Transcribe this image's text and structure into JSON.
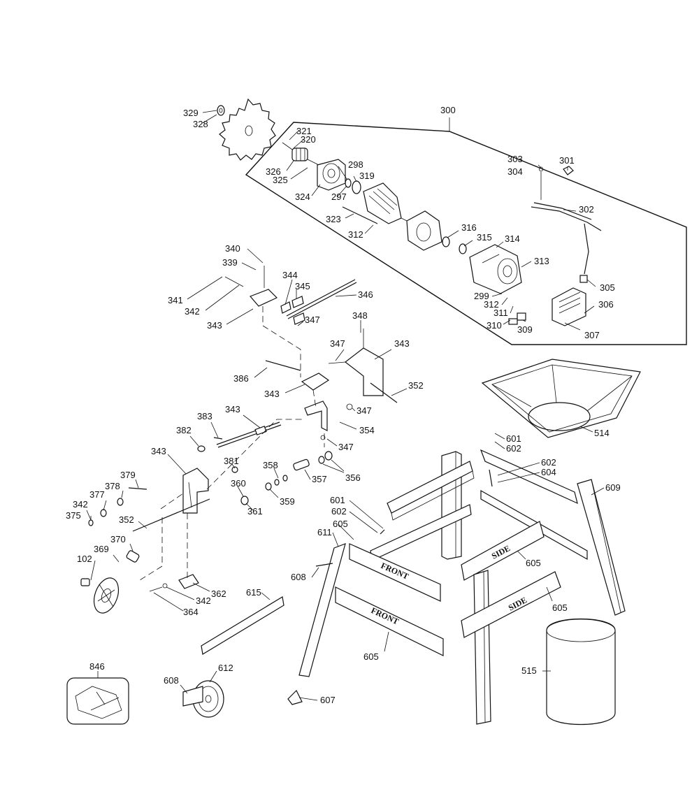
{
  "callouts": [
    {
      "id": "c300",
      "t": "300"
    },
    {
      "id": "c329",
      "t": "329"
    },
    {
      "id": "c328",
      "t": "328"
    },
    {
      "id": "c321",
      "t": "321"
    },
    {
      "id": "c320",
      "t": "320"
    },
    {
      "id": "c326",
      "t": "326"
    },
    {
      "id": "c325",
      "t": "325"
    },
    {
      "id": "c298",
      "t": "298"
    },
    {
      "id": "c319",
      "t": "319"
    },
    {
      "id": "c297",
      "t": "297"
    },
    {
      "id": "c324",
      "t": "324"
    },
    {
      "id": "c303",
      "t": "303"
    },
    {
      "id": "c304",
      "t": "304"
    },
    {
      "id": "c301",
      "t": "301"
    },
    {
      "id": "c302",
      "t": "302"
    },
    {
      "id": "c323",
      "t": "323"
    },
    {
      "id": "c312a",
      "t": "312"
    },
    {
      "id": "c316",
      "t": "316"
    },
    {
      "id": "c315",
      "t": "315"
    },
    {
      "id": "c314",
      "t": "314"
    },
    {
      "id": "c313",
      "t": "313"
    },
    {
      "id": "c305",
      "t": "305"
    },
    {
      "id": "c306",
      "t": "306"
    },
    {
      "id": "c299",
      "t": "299"
    },
    {
      "id": "c312b",
      "t": "312"
    },
    {
      "id": "c311",
      "t": "311"
    },
    {
      "id": "c310",
      "t": "310"
    },
    {
      "id": "c309",
      "t": "309"
    },
    {
      "id": "c307",
      "t": "307"
    },
    {
      "id": "c340",
      "t": "340"
    },
    {
      "id": "c339",
      "t": "339"
    },
    {
      "id": "c344",
      "t": "344"
    },
    {
      "id": "c345",
      "t": "345"
    },
    {
      "id": "c346",
      "t": "346"
    },
    {
      "id": "c341",
      "t": "341"
    },
    {
      "id": "c342a",
      "t": "342"
    },
    {
      "id": "c343a",
      "t": "343"
    },
    {
      "id": "c347a",
      "t": "347"
    },
    {
      "id": "c348",
      "t": "348"
    },
    {
      "id": "c347b",
      "t": "347"
    },
    {
      "id": "c343b",
      "t": "343"
    },
    {
      "id": "c386",
      "t": "386"
    },
    {
      "id": "c343c",
      "t": "343"
    },
    {
      "id": "c352a",
      "t": "352"
    },
    {
      "id": "c343d",
      "t": "343"
    },
    {
      "id": "c347c",
      "t": "347"
    },
    {
      "id": "c383",
      "t": "383"
    },
    {
      "id": "c382",
      "t": "382"
    },
    {
      "id": "c354",
      "t": "354"
    },
    {
      "id": "c347d",
      "t": "347"
    },
    {
      "id": "c343e",
      "t": "343"
    },
    {
      "id": "c381",
      "t": "381"
    },
    {
      "id": "c358",
      "t": "358"
    },
    {
      "id": "c356",
      "t": "356"
    },
    {
      "id": "c357",
      "t": "357"
    },
    {
      "id": "c379",
      "t": "379"
    },
    {
      "id": "c378",
      "t": "378"
    },
    {
      "id": "c360",
      "t": "360"
    },
    {
      "id": "c377",
      "t": "377"
    },
    {
      "id": "c359",
      "t": "359"
    },
    {
      "id": "c342b",
      "t": "342"
    },
    {
      "id": "c375",
      "t": "375"
    },
    {
      "id": "c361",
      "t": "361"
    },
    {
      "id": "c352b",
      "t": "352"
    },
    {
      "id": "c370",
      "t": "370"
    },
    {
      "id": "c369",
      "t": "369"
    },
    {
      "id": "c102",
      "t": "102"
    },
    {
      "id": "c362",
      "t": "362"
    },
    {
      "id": "c342c",
      "t": "342"
    },
    {
      "id": "c364",
      "t": "364"
    },
    {
      "id": "c514",
      "t": "514"
    },
    {
      "id": "c601a",
      "t": "601"
    },
    {
      "id": "c602a",
      "t": "602"
    },
    {
      "id": "c602b",
      "t": "602"
    },
    {
      "id": "c604",
      "t": "604"
    },
    {
      "id": "c609",
      "t": "609"
    },
    {
      "id": "c601b",
      "t": "601"
    },
    {
      "id": "c602c",
      "t": "602"
    },
    {
      "id": "c605a",
      "t": "605"
    },
    {
      "id": "c611",
      "t": "611"
    },
    {
      "id": "c608a",
      "t": "608"
    },
    {
      "id": "c605b",
      "t": "605"
    },
    {
      "id": "c605c",
      "t": "605"
    },
    {
      "id": "c615",
      "t": "615"
    },
    {
      "id": "c605d",
      "t": "605"
    },
    {
      "id": "c515",
      "t": "515"
    },
    {
      "id": "c846",
      "t": "846"
    },
    {
      "id": "c612",
      "t": "612"
    },
    {
      "id": "c608b",
      "t": "608"
    },
    {
      "id": "c607",
      "t": "607"
    }
  ],
  "leg_labels": {
    "front1": "FRONT",
    "front2": "FRONT",
    "side1": "SIDE",
    "side2": "SIDE"
  }
}
